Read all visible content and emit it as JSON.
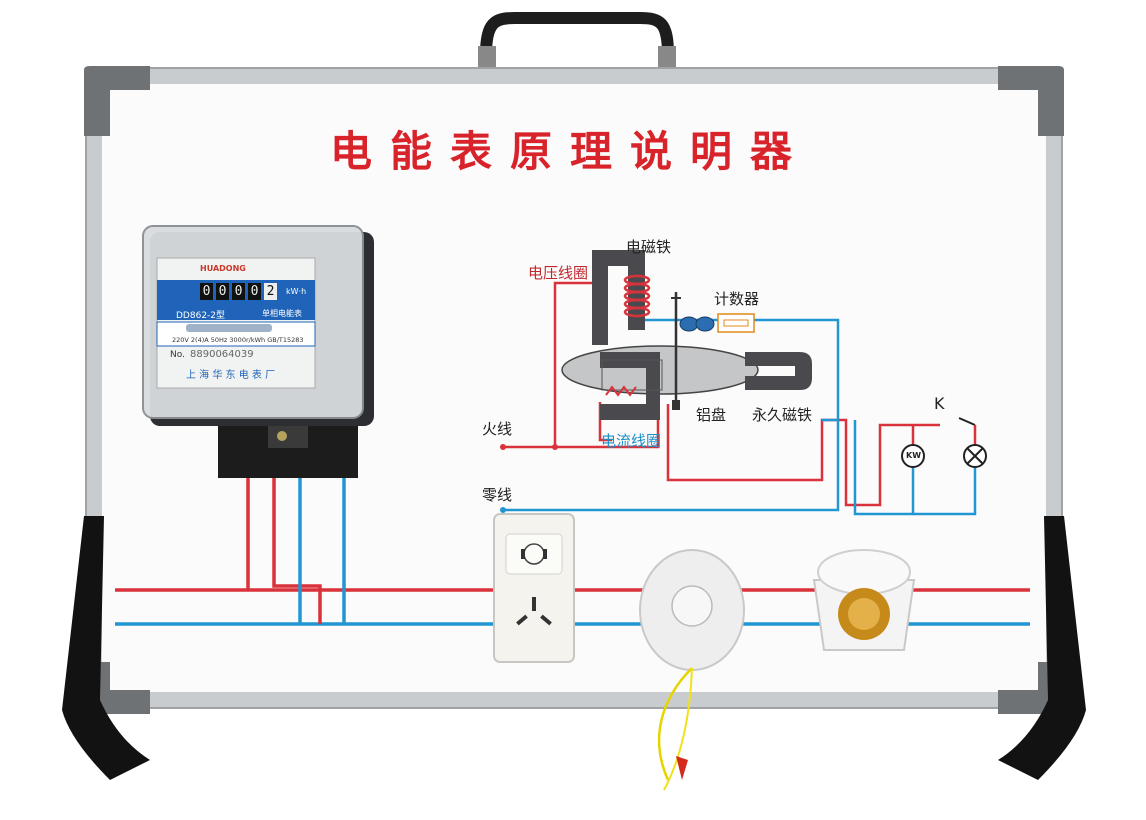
{
  "board": {
    "title": "电能表原理说明器"
  },
  "diagram": {
    "labels": {
      "electromagnet": "电磁铁",
      "voltage_coil": "电压线圈",
      "counter": "计数器",
      "aluminum_disk": "铝盘",
      "permanent_magnet": "永久磁铁",
      "current_coil": "电流线圈",
      "live_wire": "火线",
      "neutral_wire": "零线",
      "switch_k": "K",
      "kw_symbol": "KW"
    },
    "colors": {
      "live": "#d9323a",
      "neutral": "#2196d3",
      "title": "#d8232a"
    }
  },
  "meter": {
    "model": "DD862-2型",
    "type_label": "单相电能表",
    "digits": [
      "0",
      "0",
      "0",
      "0",
      "2"
    ],
    "unit": "kW·h",
    "rating": "220V  2(4)A  50Hz  3000r/kWh  GB/T15283",
    "serial_label": "No.",
    "serial": "8890064039",
    "manufacturer": "上 海 华 东 电 表 厂",
    "brand": "HUADONG"
  },
  "components": {
    "socket": "socket-outlet",
    "pull_switch": "pull-cord-switch",
    "lamp_holder": "lamp-holder"
  }
}
